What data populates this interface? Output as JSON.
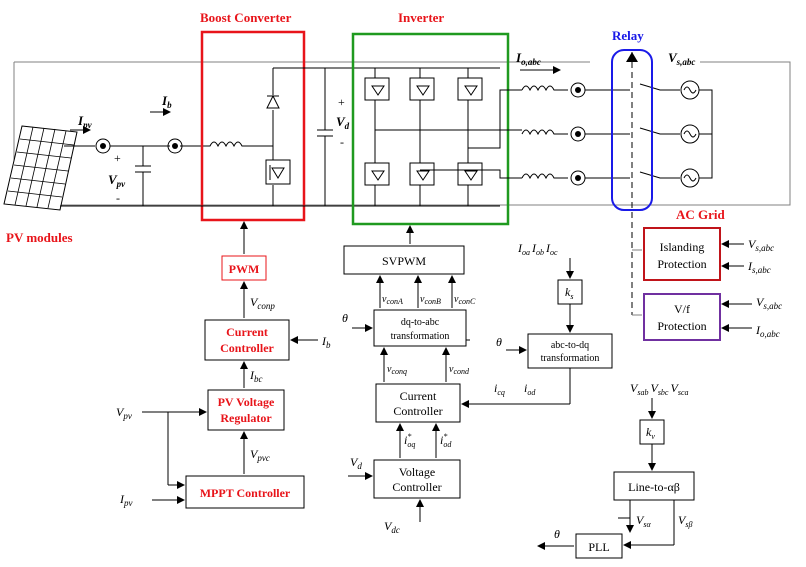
{
  "sections": {
    "boost": "Boost Converter",
    "inverter": "Inverter",
    "relay": "Relay",
    "pv_modules": "PV modules",
    "ac_grid": "AC Grid"
  },
  "blocks": {
    "pwm": "PWM",
    "current_controller_1": "Current",
    "current_controller_2": "Controller",
    "pv_voltage_1": "PV Voltage",
    "pv_voltage_2": "Regulator",
    "mppt": "MPPT Controller",
    "svpwm": "SVPWM",
    "dq_abc_1": "dq-to-abc",
    "dq_abc_2": "transformation",
    "abc_dq_1": "abc-to-dq",
    "abc_dq_2": "transformation",
    "inv_cc_1": "Current",
    "inv_cc_2": "Controller",
    "vc_1": "Voltage",
    "vc_2": "Controller",
    "islanding_1": "Islanding",
    "islanding_2": "Protection",
    "vf_1": "V/f",
    "vf_2": "Protection",
    "ks": "k",
    "ks_sub": "s",
    "kv": "k",
    "kv_sub": "v",
    "line_ab": "Line-to-αβ",
    "pll": "PLL"
  },
  "signals": {
    "ipv": {
      "main": "I",
      "sub": "pv"
    },
    "ib": {
      "main": "I",
      "sub": "b"
    },
    "vpv_plus": "+",
    "vpv": {
      "main": "V",
      "sub": "pv"
    },
    "vpv_minus": "-",
    "vd_plus": "+",
    "vd": {
      "main": "V",
      "sub": "d"
    },
    "vd_minus": "-",
    "io_abc": {
      "main": "I",
      "sub": "o,abc"
    },
    "vs_abc": {
      "main": "V",
      "sub": "s,abc"
    },
    "vconp": {
      "main": "V",
      "sub": "conp"
    },
    "ib_in": {
      "main": "I",
      "sub": "b"
    },
    "ibc": {
      "main": "I",
      "sub": "bc"
    },
    "vpv_in": {
      "main": "V",
      "sub": "pv"
    },
    "vpvc": {
      "main": "V",
      "sub": "pvc"
    },
    "ipv_in": {
      "main": "I",
      "sub": "pv"
    },
    "theta_1": "θ",
    "vconA": {
      "main": "v",
      "sub": "conA"
    },
    "vconB": {
      "main": "v",
      "sub": "conB"
    },
    "vconC": {
      "main": "v",
      "sub": "conC"
    },
    "vconq": {
      "main": "v",
      "sub": "conq"
    },
    "vcond": {
      "main": "v",
      "sub": "cond"
    },
    "ioq": {
      "main": "i",
      "sup": "*",
      "sub": "oq"
    },
    "iod_star": {
      "main": "i",
      "sup": "*",
      "sub": "od"
    },
    "vd_in": {
      "main": "V",
      "sub": "d"
    },
    "vdc": {
      "main": "V",
      "sub": "dc"
    },
    "ioa": {
      "main": "I",
      "sub": "oa"
    },
    "iob": {
      "main": "I",
      "sub": "ob"
    },
    "ioc": {
      "main": "I",
      "sub": "oc"
    },
    "theta_2": "θ",
    "icq": {
      "main": "i",
      "sub": "cq"
    },
    "iod": {
      "main": "i",
      "sub": "od"
    },
    "vs_abc_isl": {
      "main": "V",
      "sub": "s,abc"
    },
    "is_abc": {
      "main": "I",
      "sub": "s,abc"
    },
    "vs_abc_vf": {
      "main": "V",
      "sub": "s,abc"
    },
    "io_abc_vf": {
      "main": "I",
      "sub": "o,abc"
    },
    "vsab": {
      "main": "V",
      "sub": "sab"
    },
    "vsbc": {
      "main": "V",
      "sub": "sbc"
    },
    "vsca": {
      "main": "V",
      "sub": "sca"
    },
    "vsa": {
      "main": "V",
      "sub": "sα"
    },
    "vsb": {
      "main": "V",
      "sub": "sβ"
    },
    "theta_out": "θ"
  },
  "colors": {
    "boost": "#e8141a",
    "inverter": "#1f9a1f",
    "relay": "#1a1ae8",
    "islanding": "#c0141a",
    "vf": "#7030a0"
  }
}
